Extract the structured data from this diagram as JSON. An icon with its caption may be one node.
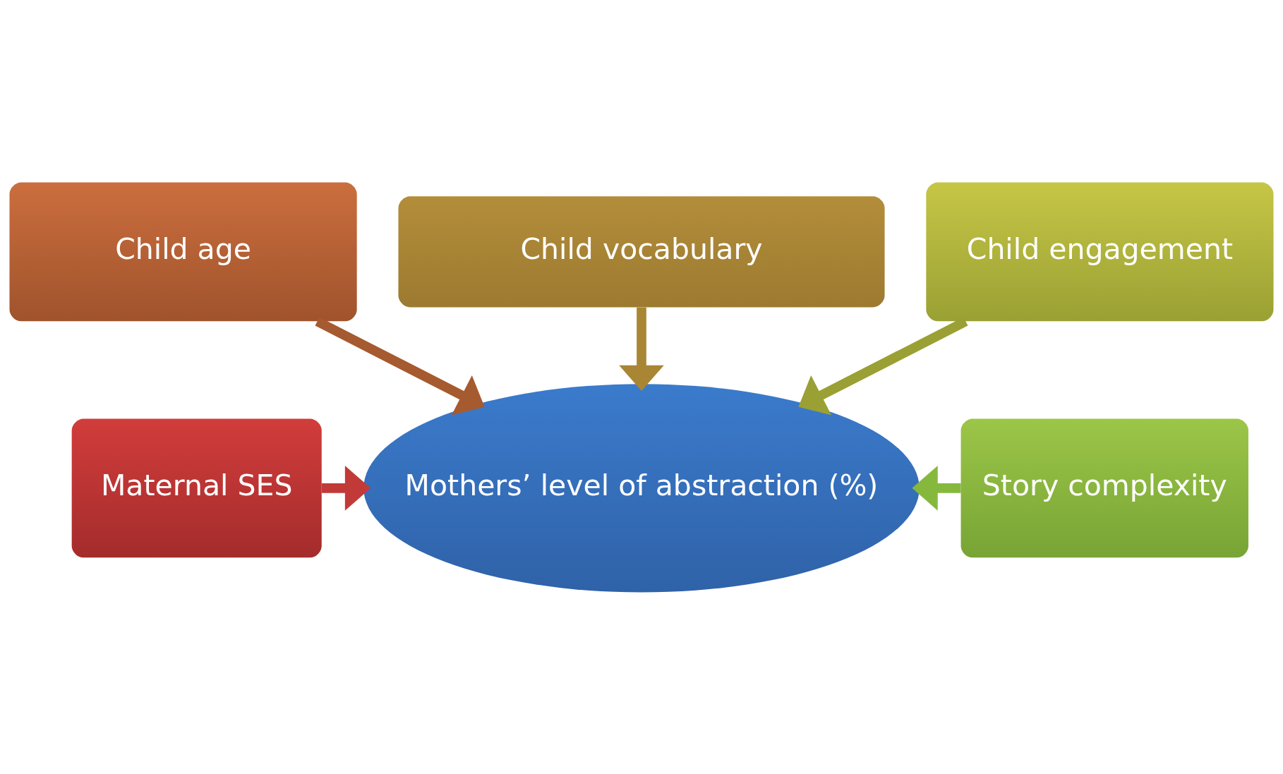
{
  "diagram": {
    "nodes": [
      {
        "text": [
          "Child vocabulary"
        ]
      },
      {
        "text": [
          "Child age"
        ]
      },
      {
        "text": [
          "Child engagement"
        ]
      },
      {
        "text": [
          "Maternal SES"
        ]
      },
      {
        "text": [
          "Mothers’ level of abstraction (%)"
        ]
      },
      {
        "text": [
          "Story complexity"
        ]
      }
    ],
    "edges": [
      {
        "from": 1,
        "to": 4,
        "arrow": "to",
        "color": "#a65a30"
      },
      {
        "from": 0,
        "to": 4,
        "arrow": "to",
        "color": "#a88633"
      },
      {
        "from": 2,
        "to": 4,
        "arrow": "to",
        "color": "#9aa033"
      },
      {
        "from": 3,
        "to": 4,
        "arrow": "to",
        "color": "#c23a38"
      },
      {
        "from": 5,
        "to": 4,
        "arrow": "to",
        "color": "#86b83e"
      }
    ]
  }
}
